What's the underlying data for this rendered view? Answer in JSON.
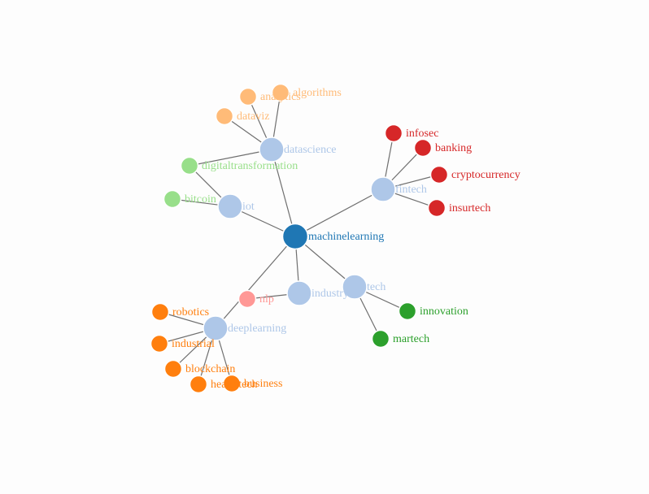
{
  "graph": {
    "colors": {
      "hub": "#1f77b4",
      "topic": "#aec7e8",
      "orange": "#ff7f0e",
      "light_orange": "#ffbb78",
      "green": "#2ca02c",
      "light_green": "#98df8a",
      "red": "#d62728",
      "pink": "#ff9896"
    },
    "nodes": [
      {
        "id": "machinelearning",
        "label": "machinelearning",
        "color": "hub",
        "size": "large"
      },
      {
        "id": "datascience",
        "label": "datascience",
        "color": "topic",
        "size": "medium"
      },
      {
        "id": "fintech",
        "label": "fintech",
        "color": "topic",
        "size": "medium"
      },
      {
        "id": "iot",
        "label": "iot",
        "color": "topic",
        "size": "medium"
      },
      {
        "id": "industry",
        "label": "industry",
        "color": "topic",
        "size": "medium"
      },
      {
        "id": "tech",
        "label": "tech",
        "color": "topic",
        "size": "medium"
      },
      {
        "id": "deeplearning",
        "label": "deeplearning",
        "color": "topic",
        "size": "medium"
      },
      {
        "id": "nlp",
        "label": "nlp",
        "color": "pink",
        "size": "small"
      },
      {
        "id": "algorithms",
        "label": "algorithms",
        "color": "light_orange",
        "size": "small"
      },
      {
        "id": "analytics",
        "label": "analytics",
        "color": "light_orange",
        "size": "small"
      },
      {
        "id": "dataviz",
        "label": "dataviz",
        "color": "light_orange",
        "size": "small"
      },
      {
        "id": "digitaltransformation",
        "label": "digitaltransformation",
        "color": "light_green",
        "size": "small"
      },
      {
        "id": "bitcoin",
        "label": "bitcoin",
        "color": "light_green",
        "size": "small"
      },
      {
        "id": "infosec",
        "label": "infosec",
        "color": "red",
        "size": "small"
      },
      {
        "id": "banking",
        "label": "banking",
        "color": "red",
        "size": "small"
      },
      {
        "id": "cryptocurrency",
        "label": "cryptocurrency",
        "color": "red",
        "size": "small"
      },
      {
        "id": "insurtech",
        "label": "insurtech",
        "color": "red",
        "size": "small"
      },
      {
        "id": "innovation",
        "label": "innovation",
        "color": "green",
        "size": "small"
      },
      {
        "id": "martech",
        "label": "martech",
        "color": "green",
        "size": "small"
      },
      {
        "id": "robotics",
        "label": "robotics",
        "color": "orange",
        "size": "small"
      },
      {
        "id": "industrial",
        "label": "industrial",
        "color": "orange",
        "size": "small"
      },
      {
        "id": "blockchain",
        "label": "blockchain",
        "color": "orange",
        "size": "small"
      },
      {
        "id": "healthtech",
        "label": "healthtech",
        "color": "orange",
        "size": "small"
      },
      {
        "id": "business",
        "label": "business",
        "color": "orange",
        "size": "small"
      }
    ],
    "edges": [
      [
        "machinelearning",
        "datascience"
      ],
      [
        "machinelearning",
        "fintech"
      ],
      [
        "machinelearning",
        "iot"
      ],
      [
        "machinelearning",
        "industry"
      ],
      [
        "machinelearning",
        "tech"
      ],
      [
        "machinelearning",
        "deeplearning"
      ],
      [
        "datascience",
        "algorithms"
      ],
      [
        "datascience",
        "analytics"
      ],
      [
        "datascience",
        "dataviz"
      ],
      [
        "datascience",
        "digitaltransformation"
      ],
      [
        "iot",
        "digitaltransformation"
      ],
      [
        "iot",
        "bitcoin"
      ],
      [
        "fintech",
        "infosec"
      ],
      [
        "fintech",
        "banking"
      ],
      [
        "fintech",
        "cryptocurrency"
      ],
      [
        "fintech",
        "insurtech"
      ],
      [
        "tech",
        "innovation"
      ],
      [
        "tech",
        "martech"
      ],
      [
        "industry",
        "nlp"
      ],
      [
        "deeplearning",
        "robotics"
      ],
      [
        "deeplearning",
        "industrial"
      ],
      [
        "deeplearning",
        "blockchain"
      ],
      [
        "deeplearning",
        "healthtech"
      ],
      [
        "deeplearning",
        "business"
      ]
    ]
  }
}
